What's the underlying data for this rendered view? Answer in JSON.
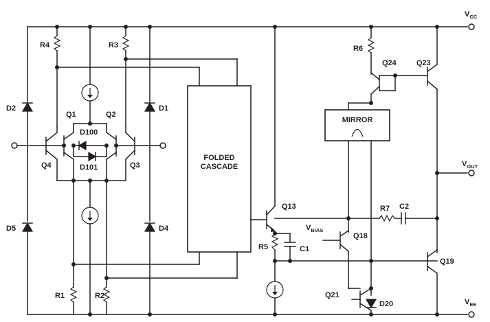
{
  "labels": {
    "vcc": "V",
    "vcc_sub": "CC",
    "vee": "V",
    "vee_sub": "EE",
    "vout": "V",
    "vout_sub": "OUT",
    "vbias": "V",
    "vbias_sub": "BIAS",
    "r4": "R4",
    "r3": "R3",
    "r5": "R5",
    "r6": "R6",
    "r7": "R7",
    "r1": "R1",
    "r2": "R2",
    "c1": "C1",
    "c2": "C2",
    "d1": "D1",
    "d2": "D2",
    "d4": "D4",
    "d5": "D5",
    "d20": "D20",
    "d100": "D100",
    "d101": "D101",
    "q1": "Q1",
    "q2": "Q2",
    "q3": "Q3",
    "q4": "Q4",
    "q13": "Q13",
    "q18": "Q18",
    "q19": "Q19",
    "q21": "Q21",
    "q23": "Q23",
    "q24": "Q24",
    "folded_line1": "FOLDED",
    "folded_line2": "CASCADE",
    "mirror": "MIRROR"
  }
}
